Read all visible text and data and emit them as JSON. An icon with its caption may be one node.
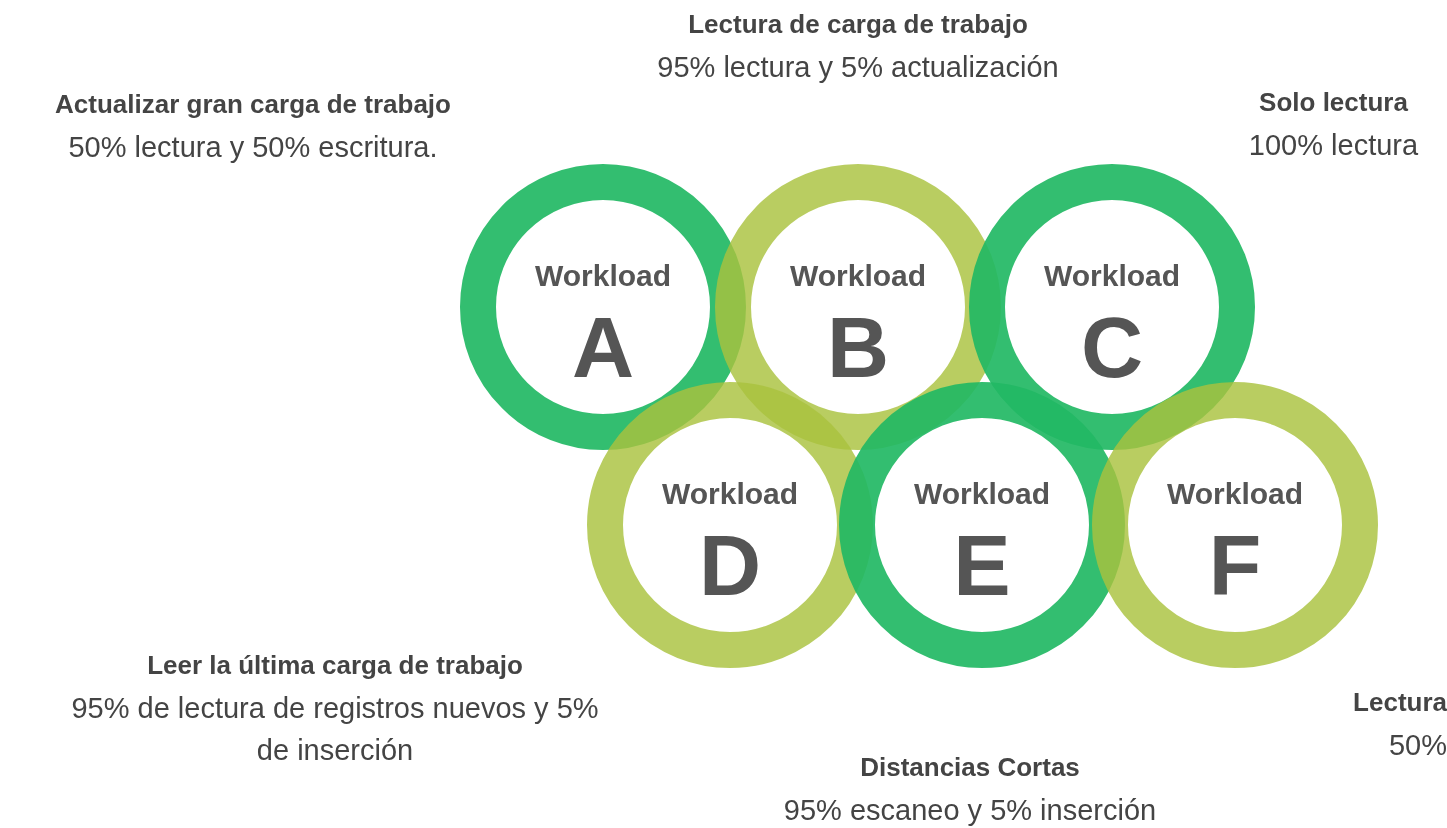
{
  "diagram": {
    "nodes": [
      {
        "text": [
          "Workload",
          "A"
        ],
        "beside": [
          "Actualizar gran carga de trabajo",
          "50% lectura y 50% escritura."
        ]
      },
      {
        "text": [
          "Workload",
          "B"
        ],
        "beside": [
          "Lectura de carga de trabajo",
          "95% lectura y 5% actualización"
        ]
      },
      {
        "text": [
          "Workload",
          "C"
        ],
        "beside": [
          "Solo lectura",
          "100% lectura"
        ]
      },
      {
        "text": [
          "Workload",
          "D"
        ],
        "beside": [
          "Leer la última carga de trabajo",
          "95% de lectura de registros nuevos y 5% de inserción"
        ]
      },
      {
        "text": [
          "Workload",
          "E"
        ],
        "beside": [
          "Distancias Cortas",
          "95% escaneo y 5% inserción"
        ]
      },
      {
        "text": [
          "Workload",
          "F"
        ],
        "beside": [
          "Lectura",
          "50%"
        ]
      }
    ]
  }
}
